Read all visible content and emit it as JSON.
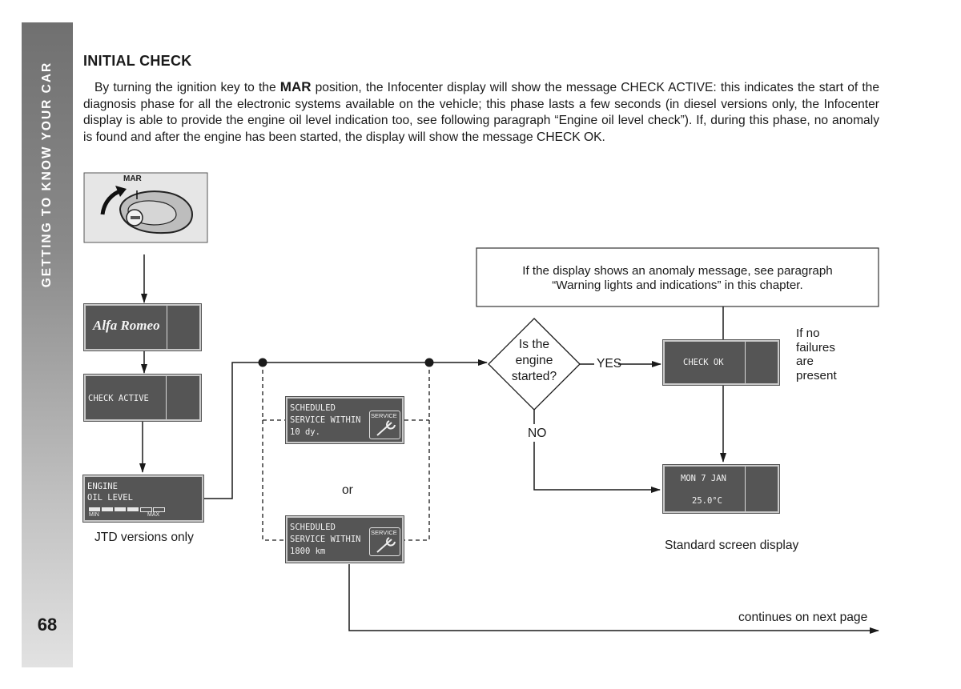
{
  "sidebar": {
    "section_title": "GETTING TO KNOW YOUR CAR",
    "page_number": "68"
  },
  "heading": "INITIAL CHECK",
  "paragraph": {
    "lead": "By turning the ignition key to the ",
    "bold": "MAR",
    "rest": " position, the Infocenter display will show the message CHECK ACTIVE: this indicates the start of the diagnosis phase for all the electronic systems available on the vehicle; this phase lasts a few seconds (in diesel versions only, the Infocenter display is able to provide the engine oil level indication too, see following paragraph “Engine oil level check”). If, during this phase, no anomaly is found and after the engine has been started, the display will show the message CHECK OK."
  },
  "diagram": {
    "key_label": "MAR",
    "logo_text": "Alfa Romeo",
    "check_active": "CHECK ACTIVE",
    "oil_display": {
      "line1": "ENGINE",
      "line2": "OIL LEVEL",
      "min": "MIN",
      "max": "MAX"
    },
    "jtd_caption": "JTD versions only",
    "service_days": {
      "line1": "SCHEDULED",
      "line2": "SERVICE WITHIN",
      "line3": "10 dy.",
      "icon_label": "SERVICE"
    },
    "service_km": {
      "line1": "SCHEDULED",
      "line2": "SERVICE WITHIN",
      "line3": "1800 km",
      "icon_label": "SERVICE"
    },
    "or_label": "or",
    "decision": {
      "line1": "Is the",
      "line2": "engine",
      "line3": "started?"
    },
    "yes_label": "YES",
    "no_label": "NO",
    "anomaly_note": {
      "line1": "If the display shows an anomaly message, see paragraph",
      "line2": "“Warning lights and indications” in this chapter."
    },
    "check_ok": "CHECK OK",
    "no_failures": {
      "line1": "If no",
      "line2": "failures",
      "line3": "are",
      "line4": "present"
    },
    "standard_display": {
      "line1": "MON 7 JAN",
      "line2": "25.0°C"
    },
    "standard_caption": "Standard screen display",
    "continues": "continues on next page"
  }
}
